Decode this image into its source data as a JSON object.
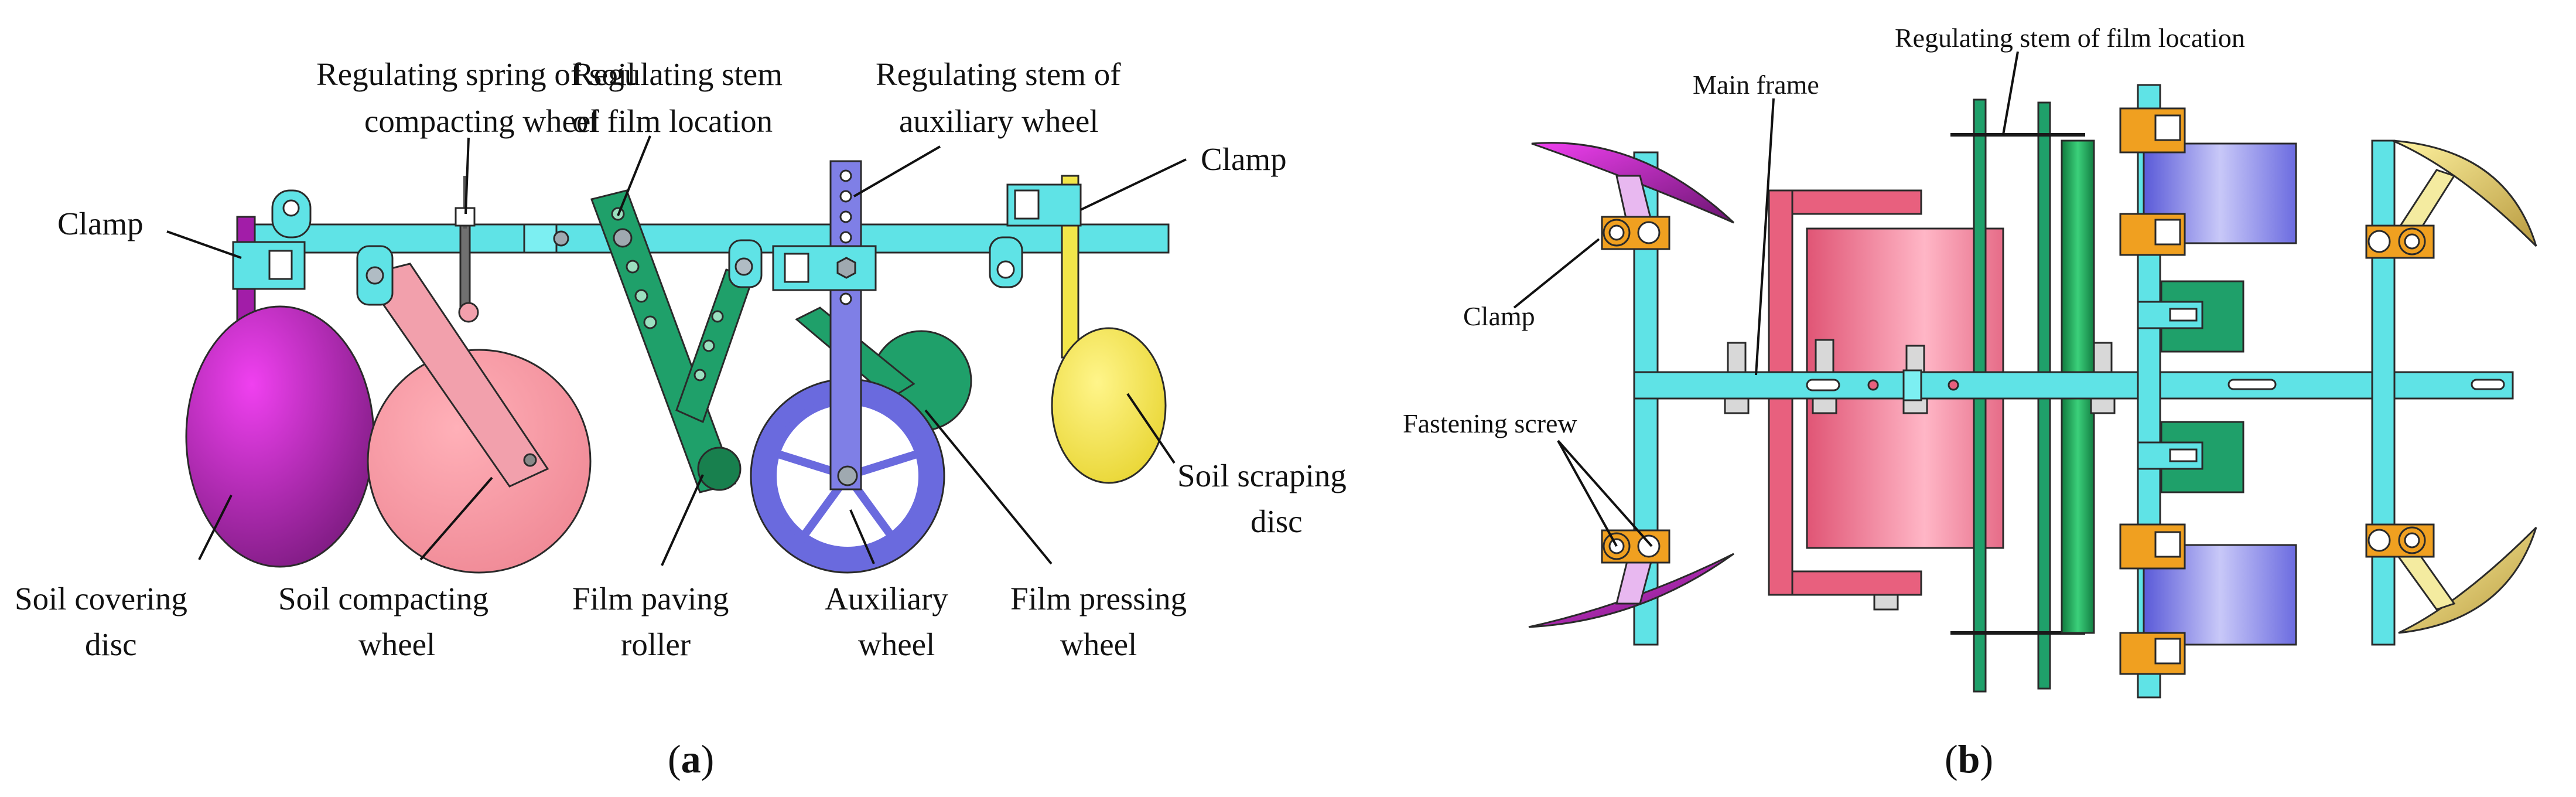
{
  "panel_a": {
    "labels": {
      "spring": [
        "Regulating spring of soil",
        "compacting wheel"
      ],
      "stem_film": [
        "Regulating stem",
        "of film location"
      ],
      "stem_aux": [
        "Regulating stem of",
        "auxiliary wheel"
      ],
      "clamp_left": "Clamp",
      "clamp_right": "Clamp",
      "soil_covering_disc": [
        "Soil covering",
        "disc"
      ],
      "soil_compacting_wheel": [
        "Soil compacting",
        "wheel"
      ],
      "film_paving_roller": [
        "Film paving",
        "roller"
      ],
      "auxiliary_wheel": [
        "Auxiliary",
        "wheel"
      ],
      "film_pressing_wheel": [
        "Film pressing",
        "wheel"
      ],
      "soil_scraping_disc": [
        "Soil scraping",
        "disc"
      ]
    },
    "caption_open": "(",
    "caption_letter": "a",
    "caption_close": ")"
  },
  "panel_b": {
    "labels": {
      "stem_film": "Regulating stem of film location",
      "main_frame": "Main frame",
      "clamp": "Clamp",
      "fastening_screw": "Fastening screw"
    },
    "caption_open": "(",
    "caption_letter": "b",
    "caption_close": ")"
  },
  "colors": {
    "frame_cyan": "#5FE3E6",
    "soil_covering_magenta": "#A21DA8",
    "soil_compacting_pink": "#F49AA4",
    "film_roller_green": "#1FA06A",
    "auxiliary_blue": "#7F7FE6",
    "scraping_yellow": "#F2E64A",
    "clamp_orange": "#F0A020",
    "main_frame_pink": "#E8607E"
  }
}
